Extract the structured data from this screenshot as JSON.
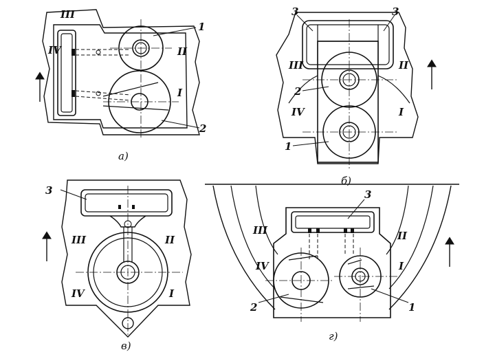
{
  "panels": {
    "a": {
      "caption": "а)",
      "zones": [
        "III",
        "IV",
        "II",
        "I"
      ],
      "callouts": [
        "1",
        "2"
      ]
    },
    "b": {
      "caption": "б)",
      "zones": [
        "III",
        "II",
        "IV",
        "I"
      ],
      "callouts": [
        "3",
        "3",
        "2",
        "1"
      ]
    },
    "v": {
      "caption": "в)",
      "zones": [
        "III",
        "II",
        "IV",
        "I"
      ],
      "callouts": [
        "3"
      ]
    },
    "g": {
      "caption": "г)",
      "zones": [
        "III",
        "II",
        "IV",
        "I"
      ],
      "callouts": [
        "3",
        "2",
        "1"
      ]
    }
  }
}
